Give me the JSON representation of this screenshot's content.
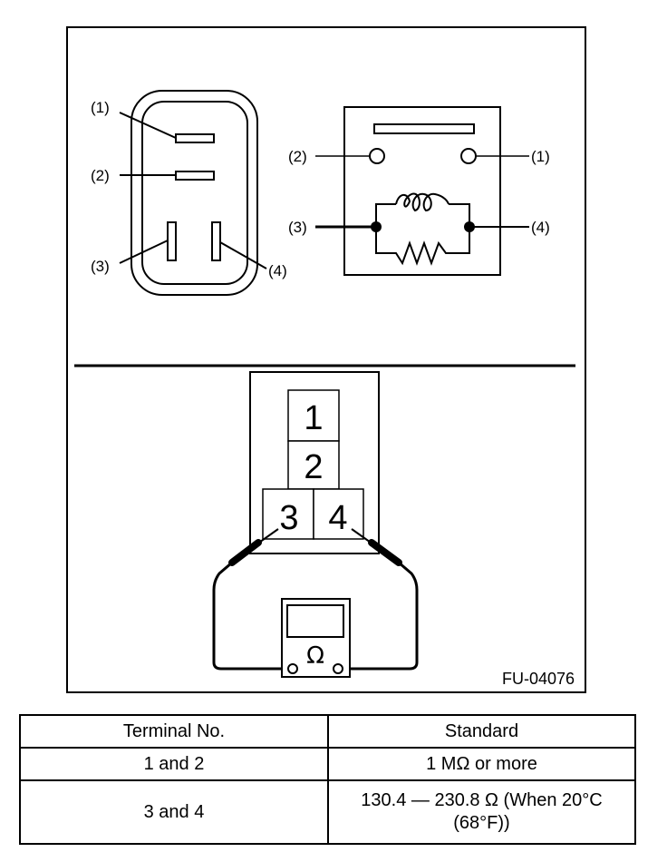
{
  "figure": {
    "connector_view": {
      "labels": [
        "(1)",
        "(2)",
        "(3)",
        "(4)"
      ]
    },
    "circuit": {
      "labels": {
        "t1": "(1)",
        "t2": "(2)",
        "t3": "(3)",
        "t4": "(4)"
      },
      "components": [
        "switch-contacts",
        "coil",
        "resistor"
      ]
    },
    "measurement": {
      "terminals": [
        "1",
        "2",
        "3",
        "4"
      ],
      "meter_symbol": "Ω"
    },
    "figure_code": "FU-04076"
  },
  "table": {
    "headers": [
      "Terminal No.",
      "Standard"
    ],
    "rows": [
      {
        "terminal": "1 and 2",
        "standard": "1 MΩ or more"
      },
      {
        "terminal": "3 and 4",
        "standard": "130.4 — 230.8 Ω (When 20°C (68°F))"
      }
    ]
  }
}
